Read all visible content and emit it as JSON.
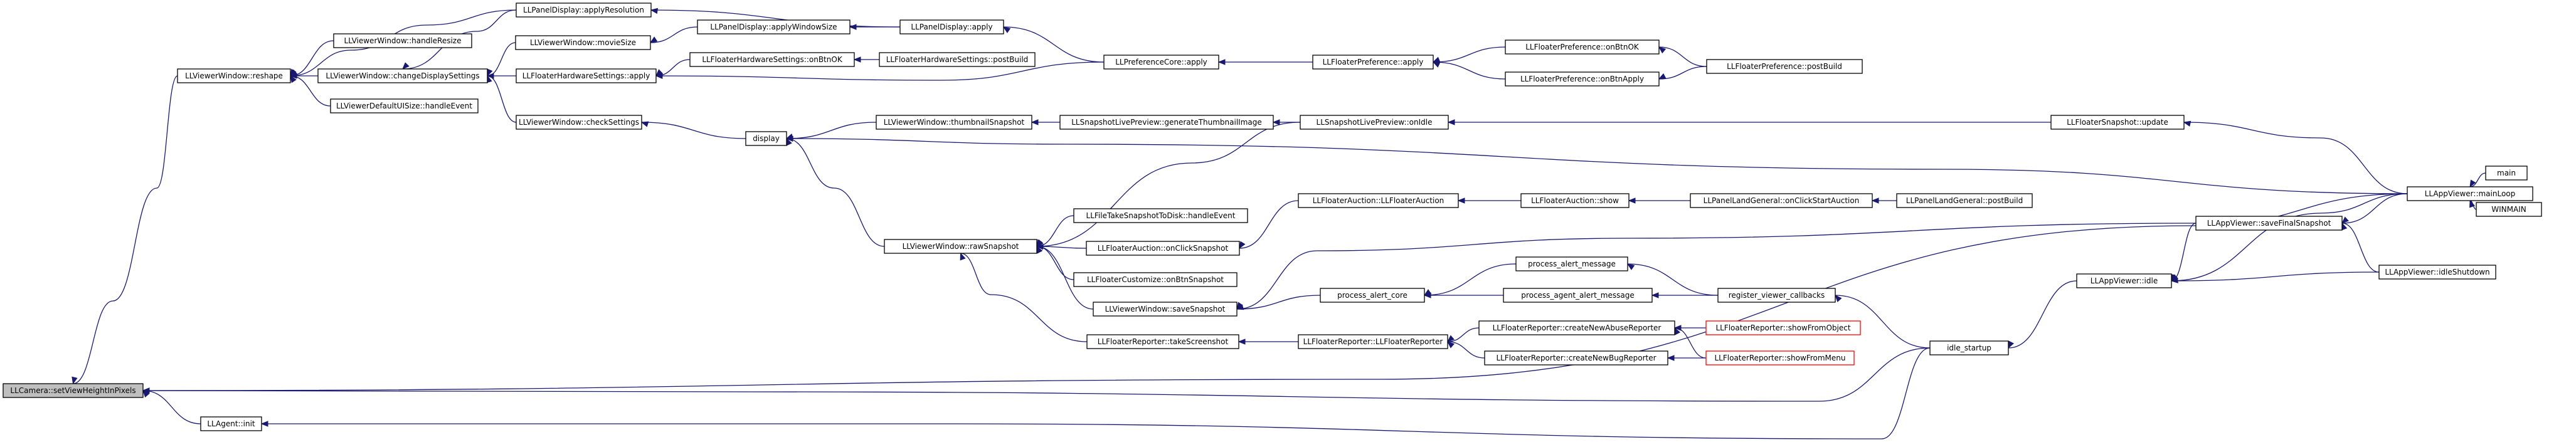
{
  "diagram": {
    "nodes": [
      {
        "id": "n0",
        "label": "LLCamera::setViewHeightInPixels",
        "style": "root"
      },
      {
        "id": "n1",
        "label": "LLViewerWindow::reshape"
      },
      {
        "id": "n2",
        "label": "LLAgent::init"
      },
      {
        "id": "n3",
        "label": "LLViewerWindow::handleResize"
      },
      {
        "id": "n4",
        "label": "LLViewerWindow::changeDisplaySettings"
      },
      {
        "id": "n5",
        "label": "LLViewerDefaultUISize::handleEvent"
      },
      {
        "id": "n6",
        "label": "LLPanelDisplay::applyResolution"
      },
      {
        "id": "n7",
        "label": "LLViewerWindow::movieSize"
      },
      {
        "id": "n8",
        "label": "LLFloaterHardwareSettings::apply"
      },
      {
        "id": "n9",
        "label": "LLViewerWindow::checkSettings"
      },
      {
        "id": "n10",
        "label": "LLPanelDisplay::applyWindowSize"
      },
      {
        "id": "n11",
        "label": "LLPanelDisplay::apply"
      },
      {
        "id": "n12",
        "label": "LLFloaterHardwareSettings::onBtnOK"
      },
      {
        "id": "n13",
        "label": "LLFloaterHardwareSettings::postBuild"
      },
      {
        "id": "n14",
        "label": "LLPreferenceCore::apply"
      },
      {
        "id": "n15",
        "label": "LLFloaterPreference::apply"
      },
      {
        "id": "n16",
        "label": "LLFloaterPreference::onBtnOK"
      },
      {
        "id": "n17",
        "label": "LLFloaterPreference::onBtnApply"
      },
      {
        "id": "n18",
        "label": "LLFloaterPreference::postBuild"
      },
      {
        "id": "n19",
        "label": "display"
      },
      {
        "id": "n20",
        "label": "LLViewerWindow::thumbnailSnapshot"
      },
      {
        "id": "n21",
        "label": "LLSnapshotLivePreview::generateThumbnailImage"
      },
      {
        "id": "n22",
        "label": "LLSnapshotLivePreview::onIdle"
      },
      {
        "id": "n23",
        "label": "LLFloaterSnapshot::update"
      },
      {
        "id": "n24",
        "label": "LLAppViewer::mainLoop"
      },
      {
        "id": "n25",
        "label": "main"
      },
      {
        "id": "n26",
        "label": "WINMAIN"
      },
      {
        "id": "n27",
        "label": "LLViewerWindow::rawSnapshot"
      },
      {
        "id": "n28",
        "label": "LLFileTakeSnapshotToDisk::handleEvent"
      },
      {
        "id": "n29",
        "label": "LLFloaterAuction::onClickSnapshot"
      },
      {
        "id": "n30",
        "label": "LLFloaterCustomize::onBtnSnapshot"
      },
      {
        "id": "n31",
        "label": "LLViewerWindow::saveSnapshot"
      },
      {
        "id": "n32",
        "label": "LLFloaterReporter::takeScreenshot"
      },
      {
        "id": "n33",
        "label": "LLFloaterAuction::LLFloaterAuction"
      },
      {
        "id": "n34",
        "label": "LLFloaterAuction::show"
      },
      {
        "id": "n35",
        "label": "LLPanelLandGeneral::onClickStartAuction"
      },
      {
        "id": "n36",
        "label": "LLPanelLandGeneral::postBuild"
      },
      {
        "id": "n37",
        "label": "process_alert_core"
      },
      {
        "id": "n38",
        "label": "process_alert_message"
      },
      {
        "id": "n39",
        "label": "process_agent_alert_message"
      },
      {
        "id": "n40",
        "label": "register_viewer_callbacks"
      },
      {
        "id": "n41",
        "label": "LLFloaterReporter::LLFloaterReporter"
      },
      {
        "id": "n42",
        "label": "LLFloaterReporter::createNewAbuseReporter"
      },
      {
        "id": "n43",
        "label": "LLFloaterReporter::createNewBugReporter"
      },
      {
        "id": "n44",
        "label": "LLFloaterReporter::showFromObject",
        "style": "red"
      },
      {
        "id": "n45",
        "label": "LLFloaterReporter::showFromMenu",
        "style": "red"
      },
      {
        "id": "n46",
        "label": "idle_startup"
      },
      {
        "id": "n47",
        "label": "LLAppViewer::idle"
      },
      {
        "id": "n48",
        "label": "LLAppViewer::saveFinalSnapshot"
      },
      {
        "id": "n49",
        "label": "LLAppViewer::idleShutdown"
      }
    ],
    "edges": [
      {
        "from": "n1",
        "to": "n0"
      },
      {
        "from": "n2",
        "to": "n0"
      },
      {
        "from": "n46",
        "to": "n0"
      },
      {
        "from": "n24",
        "to": "n0"
      },
      {
        "from": "n3",
        "to": "n1"
      },
      {
        "from": "n4",
        "to": "n1"
      },
      {
        "from": "n5",
        "to": "n1"
      },
      {
        "from": "n6",
        "to": "n1"
      },
      {
        "from": "n46",
        "to": "n2"
      },
      {
        "from": "n6",
        "to": "n4"
      },
      {
        "from": "n7",
        "to": "n4"
      },
      {
        "from": "n8",
        "to": "n4"
      },
      {
        "from": "n9",
        "to": "n4"
      },
      {
        "from": "n11",
        "to": "n6"
      },
      {
        "from": "n10",
        "to": "n7"
      },
      {
        "from": "n11",
        "to": "n10"
      },
      {
        "from": "n14",
        "to": "n11"
      },
      {
        "from": "n12",
        "to": "n8"
      },
      {
        "from": "n14",
        "to": "n8"
      },
      {
        "from": "n13",
        "to": "n12"
      },
      {
        "from": "n15",
        "to": "n14"
      },
      {
        "from": "n16",
        "to": "n15"
      },
      {
        "from": "n17",
        "to": "n15"
      },
      {
        "from": "n18",
        "to": "n16"
      },
      {
        "from": "n18",
        "to": "n17"
      },
      {
        "from": "n19",
        "to": "n9"
      },
      {
        "from": "n20",
        "to": "n19"
      },
      {
        "from": "n24",
        "to": "n19"
      },
      {
        "from": "n21",
        "to": "n20"
      },
      {
        "from": "n22",
        "to": "n21"
      },
      {
        "from": "n23",
        "to": "n22"
      },
      {
        "from": "n24",
        "to": "n23"
      },
      {
        "from": "n25",
        "to": "n24"
      },
      {
        "from": "n26",
        "to": "n24"
      },
      {
        "from": "n27",
        "to": "n19"
      },
      {
        "from": "n22",
        "to": "n27"
      },
      {
        "from": "n28",
        "to": "n27"
      },
      {
        "from": "n29",
        "to": "n27"
      },
      {
        "from": "n30",
        "to": "n27"
      },
      {
        "from": "n31",
        "to": "n27"
      },
      {
        "from": "n32",
        "to": "n27"
      },
      {
        "from": "n33",
        "to": "n29"
      },
      {
        "from": "n34",
        "to": "n33"
      },
      {
        "from": "n35",
        "to": "n34"
      },
      {
        "from": "n36",
        "to": "n35"
      },
      {
        "from": "n37",
        "to": "n31"
      },
      {
        "from": "n48",
        "to": "n31"
      },
      {
        "from": "n38",
        "to": "n37"
      },
      {
        "from": "n39",
        "to": "n37"
      },
      {
        "from": "n40",
        "to": "n38"
      },
      {
        "from": "n40",
        "to": "n39"
      },
      {
        "from": "n46",
        "to": "n40"
      },
      {
        "from": "n41",
        "to": "n32"
      },
      {
        "from": "n42",
        "to": "n41"
      },
      {
        "from": "n43",
        "to": "n41"
      },
      {
        "from": "n44",
        "to": "n42"
      },
      {
        "from": "n45",
        "to": "n42"
      },
      {
        "from": "n45",
        "to": "n43"
      },
      {
        "from": "n47",
        "to": "n46"
      },
      {
        "from": "n24",
        "to": "n47"
      },
      {
        "from": "n48",
        "to": "n47"
      },
      {
        "from": "n49",
        "to": "n47"
      },
      {
        "from": "n24",
        "to": "n48"
      },
      {
        "from": "n49",
        "to": "n48"
      }
    ]
  }
}
